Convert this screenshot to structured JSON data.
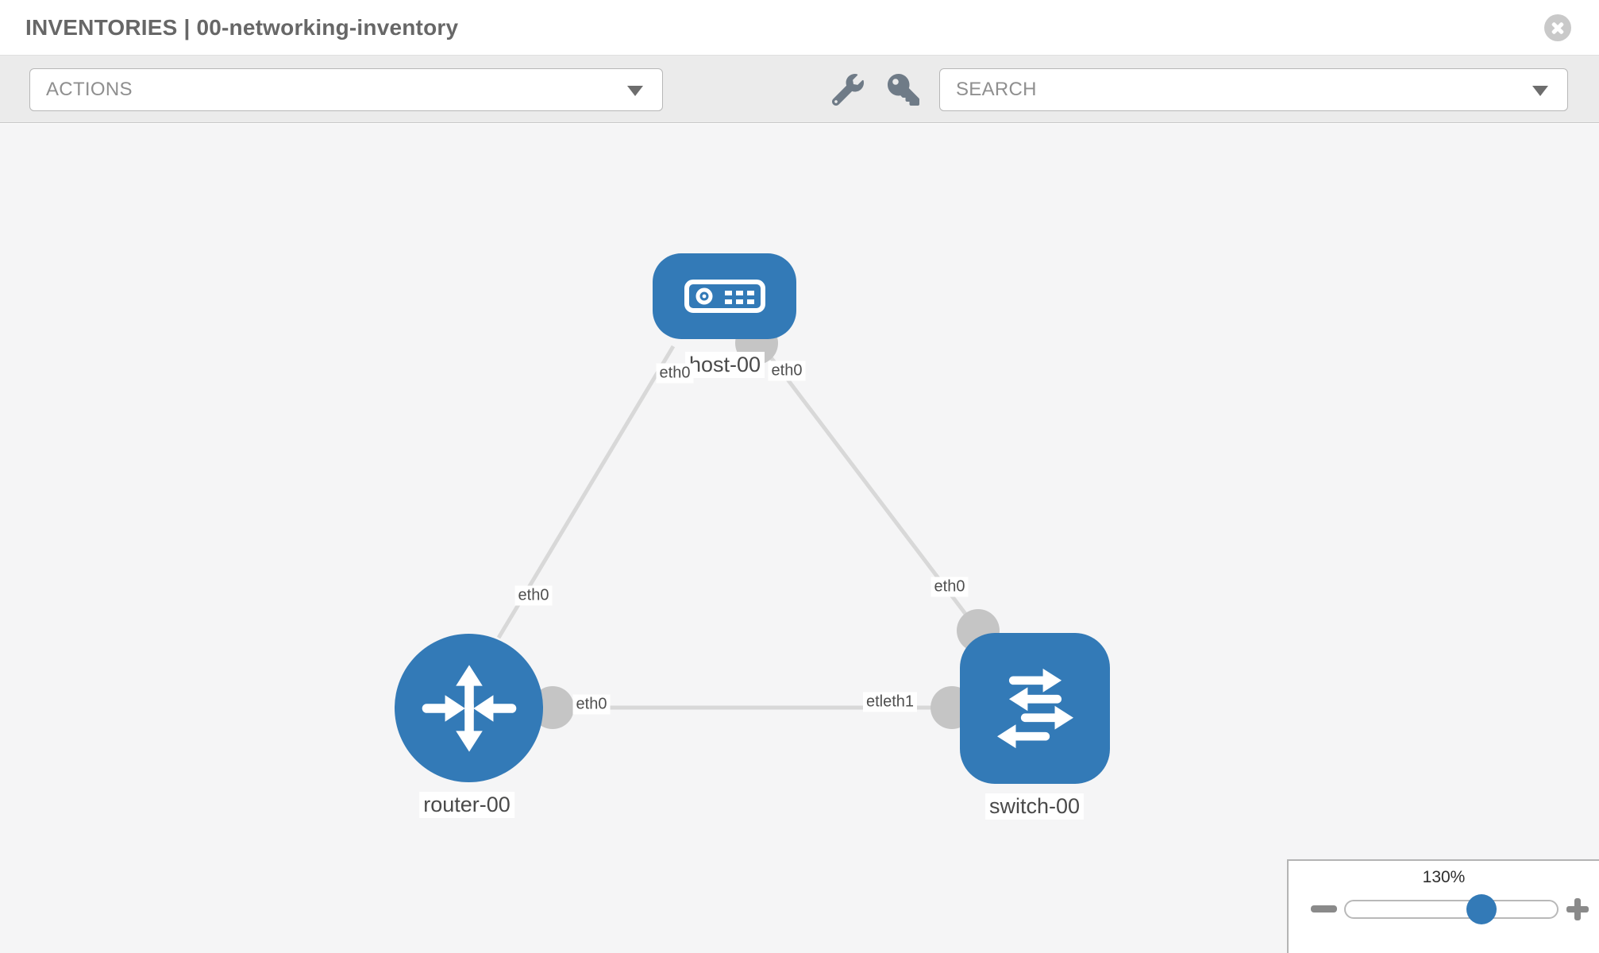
{
  "header": {
    "title": "INVENTORIES | 00-networking-inventory"
  },
  "toolbar": {
    "actions_placeholder": "ACTIONS",
    "search_placeholder": "SEARCH",
    "icons": [
      "wrench-icon",
      "key-icon"
    ]
  },
  "colors": {
    "node_blue": "#337ab7",
    "link_gray": "#d8d8d8",
    "interface_gray": "#c5c5c5",
    "canvas_bg": "#f5f5f6",
    "toolbar_bg": "#ebebeb"
  },
  "topology": {
    "nodes": [
      {
        "name": "host-00",
        "type": "host"
      },
      {
        "name": "router-00",
        "type": "router"
      },
      {
        "name": "switch-00",
        "type": "switch"
      }
    ],
    "links": [
      {
        "source": "host-00",
        "source_interface": "eth0",
        "target": "router-00",
        "target_interface": "eth0"
      },
      {
        "source": "host-00",
        "source_interface": "eth0",
        "target": "switch-00",
        "target_interface": "eth0"
      },
      {
        "source": "router-00",
        "source_interface": "eth0",
        "target": "switch-00",
        "target_interface": "etleth1"
      }
    ],
    "labels": {
      "host": "host-00",
      "router": "router-00",
      "switch": "switch-00",
      "link_host_router_at_host": "eth0",
      "link_host_router_at_router": "eth0",
      "link_host_switch_at_host": "eth0",
      "link_host_switch_at_switch": "eth0",
      "link_router_switch_at_router": "eth0",
      "link_router_switch_at_switch": "etleth1"
    }
  },
  "zoom_control": {
    "level": "130%",
    "icons": [
      "zoom-out-icon",
      "zoom-in-icon"
    ]
  }
}
